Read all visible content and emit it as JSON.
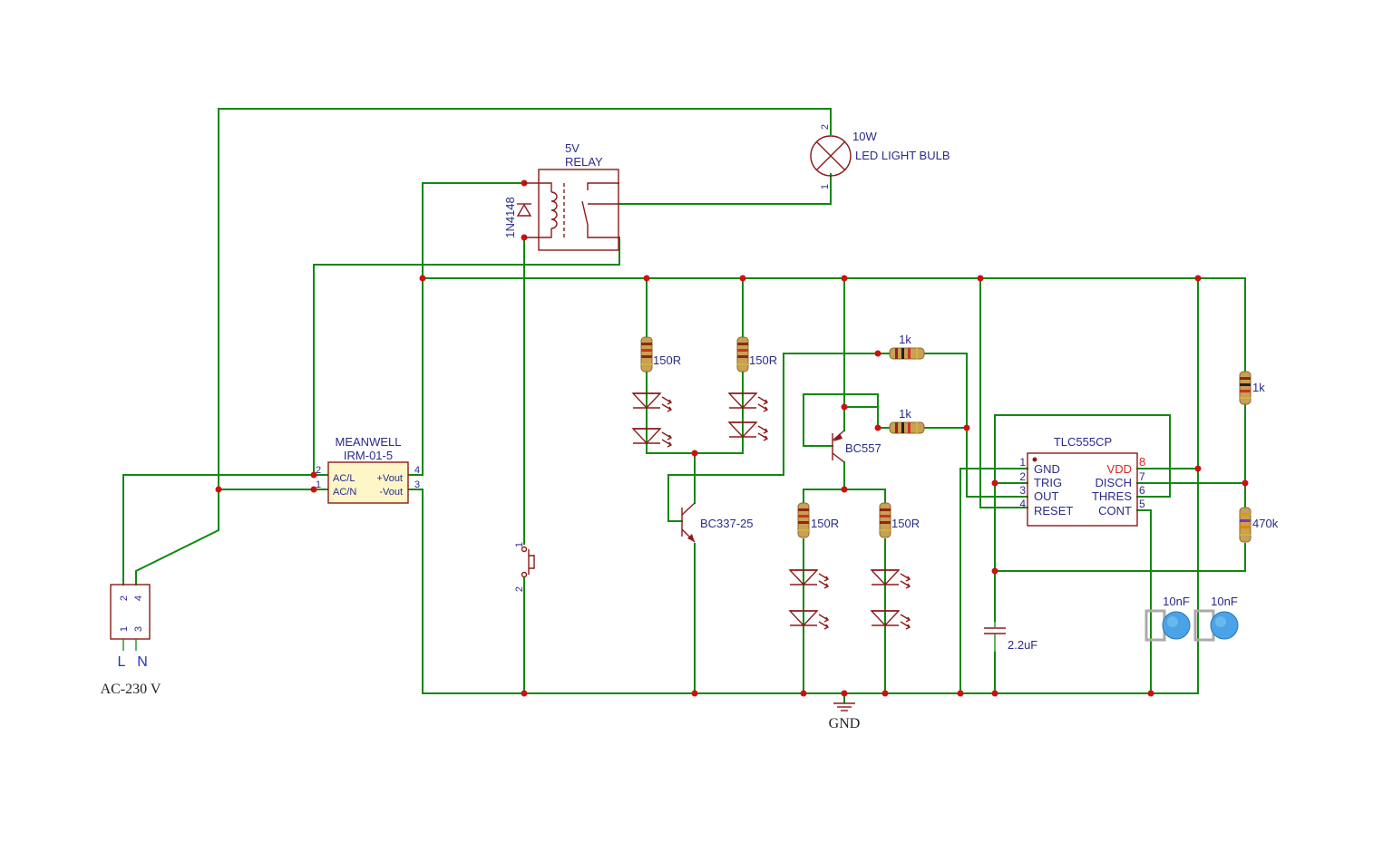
{
  "power": {
    "connector_pins": [
      "2",
      "4",
      "1",
      "3"
    ],
    "live": "L",
    "neutral": "N",
    "ac_label": "AC-230 V"
  },
  "psu": {
    "brand": "MEANWELL",
    "model": "IRM-01-5",
    "pin_acl": "AC/L",
    "pin_acn": "AC/N",
    "pin_vout_pos": "+Vout",
    "pin_vout_neg": "-Vout",
    "pin_nums": [
      "2",
      "1",
      "4",
      "3"
    ]
  },
  "relay": {
    "voltage": "5V",
    "name": "RELAY"
  },
  "diode": {
    "name": "1N4148"
  },
  "bulb": {
    "power": "10W",
    "name": "LED LIGHT BULB",
    "pin1": "1",
    "pin2": "2"
  },
  "button": {
    "pin1": "1",
    "pin2": "2"
  },
  "resistors": {
    "r150_a": "150R",
    "r150_b": "150R",
    "r150_c": "150R",
    "r150_d": "150R",
    "r1k_top": "1k",
    "r1k_mid": "1k",
    "r1k_right": "1k",
    "r470k": "470k"
  },
  "transistors": {
    "npn": "BC337-25",
    "pnp": "BC557"
  },
  "ic": {
    "name": "TLC555CP",
    "left_pins": [
      {
        "num": "1",
        "name": "GND"
      },
      {
        "num": "2",
        "name": "TRIG"
      },
      {
        "num": "3",
        "name": "OUT"
      },
      {
        "num": "4",
        "name": "RESET"
      }
    ],
    "right_pins": [
      {
        "num": "8",
        "name": "VDD"
      },
      {
        "num": "7",
        "name": "DISCH"
      },
      {
        "num": "6",
        "name": "THRES"
      },
      {
        "num": "5",
        "name": "CONT"
      }
    ]
  },
  "capacitors": {
    "c1": "2.2uF",
    "c2": "10nF",
    "c3": "10nF"
  },
  "ground": "GND",
  "colors": {
    "wire": "#118811",
    "symbol": "#8b1a1a",
    "junction": "#cc1111",
    "label": "#2a2a8a",
    "ic_fill": "#fff6c8",
    "capacitor_blue": "#4aa3e6"
  }
}
